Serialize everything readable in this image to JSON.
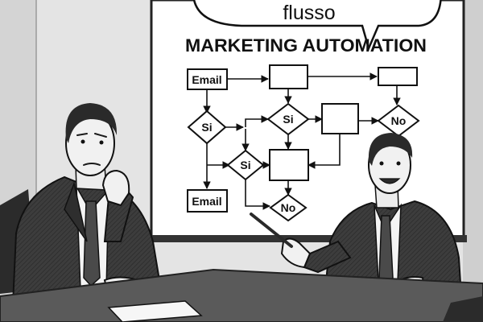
{
  "speech_bubble": {
    "text": "flusso"
  },
  "board": {
    "title": "MARKETING AUTOMATION",
    "flowchart": {
      "email_top": "Email",
      "email_bottom": "Email",
      "decision_si_left": "Si",
      "decision_si_mid": "Si",
      "decision_si_low": "Si",
      "decision_no_right": "No",
      "decision_no_bottom": "No"
    }
  },
  "colors": {
    "ink": "#111111",
    "board": "#ffffff",
    "wall": "#e4e4e4",
    "suit": "#3a3a3a",
    "table": "#5a5a5a"
  }
}
